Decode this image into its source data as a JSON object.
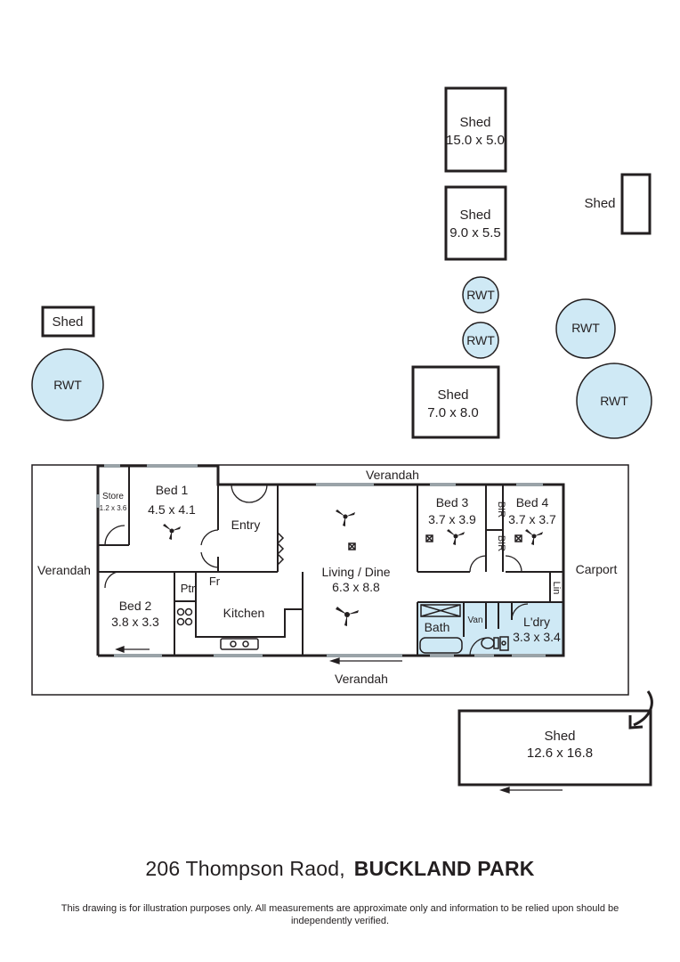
{
  "outbuildings": {
    "shed_a": {
      "name": "Shed",
      "size": "15.0 x 5.0"
    },
    "shed_b": {
      "name": "Shed",
      "size": "9.0 x 5.5"
    },
    "shed_c": {
      "name": "Shed"
    },
    "shed_d": {
      "name": "Shed"
    },
    "shed_e": {
      "name": "Shed",
      "size": "7.0 x 8.0"
    },
    "shed_f": {
      "name": "Shed",
      "size": "12.6 x 16.8"
    }
  },
  "tanks": {
    "label": "RWT"
  },
  "rooms": {
    "verandah_top": "Verandah",
    "verandah_left": "Verandah",
    "verandah_bottom": "Verandah",
    "carport": "Carport",
    "store": {
      "name": "Store",
      "size": "1.2 x 3.6"
    },
    "bed1": {
      "name": "Bed 1",
      "size": "4.5 x 4.1"
    },
    "entry": "Entry",
    "bed2": {
      "name": "Bed 2",
      "size": "3.8 x 3.3"
    },
    "ptr": "Ptr",
    "fr": "Fr",
    "kitchen": "Kitchen",
    "living": {
      "name": "Living / Dine",
      "size": "6.3 x 8.8"
    },
    "bed3": {
      "name": "Bed 3",
      "size": "3.7 x 3.9"
    },
    "bed4": {
      "name": "Bed 4",
      "size": "3.7 x 3.7"
    },
    "bir": "BIR",
    "bath": "Bath",
    "van": "Van",
    "lin": "Lin",
    "laundry": {
      "name": "L'dry",
      "size": "3.3 x 3.4"
    }
  },
  "colors": {
    "wet_area": "#cfe9f5",
    "tank": "#cfe9f5",
    "wall": "#231f20",
    "window": "#9aa3a8"
  },
  "address": {
    "street": "206 Thompson Raod,",
    "suburb": "BUCKLAND PARK"
  },
  "disclaimer": "This drawing is for illustration purposes only.  All measurements are approximate only and information to be relied upon should be independently verified."
}
